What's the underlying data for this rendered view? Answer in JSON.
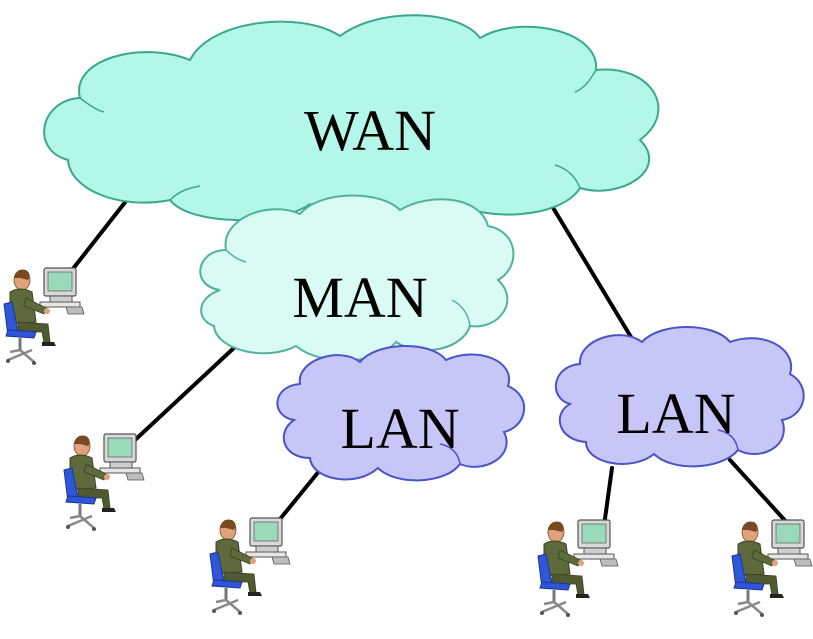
{
  "diagram": {
    "clouds": [
      {
        "id": "wan",
        "label": "WAN",
        "fill": "#b3f7e8",
        "stroke": "#3aa88e"
      },
      {
        "id": "man",
        "label": "MAN",
        "fill": "#d9fbf3",
        "stroke": "#4fb39b"
      },
      {
        "id": "lan-1",
        "label": "LAN",
        "fill": "#c6c7f7",
        "stroke": "#4b53c8"
      },
      {
        "id": "lan-2",
        "label": "LAN",
        "fill": "#c6c7f7",
        "stroke": "#4b53c8"
      }
    ],
    "colors": {
      "link": "#000000",
      "person_suit": "#5f6a3c",
      "person_skin": "#e0a27a",
      "person_hair": "#7a4a22",
      "chair": "#2e56d6",
      "monitor": "#d9d9d9",
      "screen": "#9ad9b9"
    },
    "icons": [
      "user-at-computer-icon"
    ]
  }
}
